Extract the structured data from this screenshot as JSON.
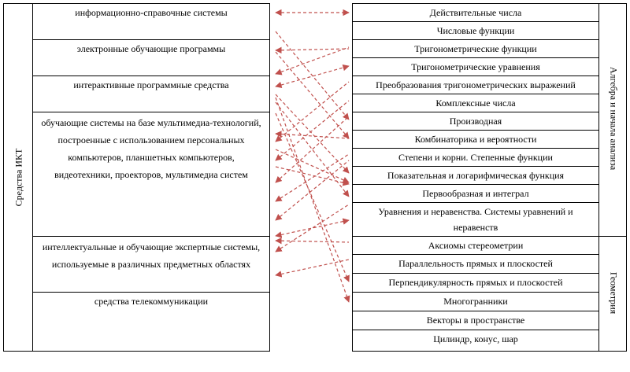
{
  "left_group_label": "Средства ИКТ",
  "ikt_tools": [
    "информационно-справочные системы",
    "электронные обучающие программы",
    "интерактивные программные средства",
    "обучающие системы на базе мультимедиа-технологий, построенные с использованием персональных компьютеров, планшетных компьютеров, видеотехники, проекторов, мультимедиа систем",
    "интеллектуальные и обучающие экспертные системы, используемые в различных предметных областях",
    "средства телекоммуникации"
  ],
  "algebra_group_label": "Алгебра и начала анализа",
  "algebra_topics": [
    "Действительные числа",
    "Числовые функции",
    "Тригонометрические функции",
    "Тригонометрические уравнения",
    "Преобразования тригонометрических выражений",
    "Комплексные числа",
    "Производная",
    "Комбинаторика и вероятности",
    "Степени и корни. Степенные функции",
    "Показательная и логарифмическая функция",
    "Первообразная и интеграл",
    "Уравнения и неравенства. Системы уравнений и неравенств"
  ],
  "geometry_group_label": "Геометрия",
  "geometry_topics": [
    "Аксиомы стереометрии",
    "Параллельность прямых и плоскостей",
    "Перпендикулярность прямых и плоскостей",
    "Многогранники",
    "Векторы в пространстве",
    "Цилиндр, конус, шар"
  ],
  "colors": {
    "arrow": "#c0504d",
    "border": "#000000"
  },
  "arrow_style": "dashed-double-headed"
}
